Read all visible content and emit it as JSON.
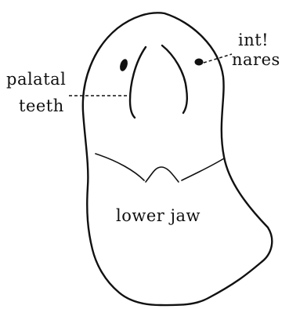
{
  "labels": {
    "internal_nares_line1": "int!",
    "internal_nares_line2": "nares",
    "palatal_teeth_line1": "palatal",
    "palatal_teeth_line2": "teeth",
    "lower_jaw": "lower jaw"
  }
}
